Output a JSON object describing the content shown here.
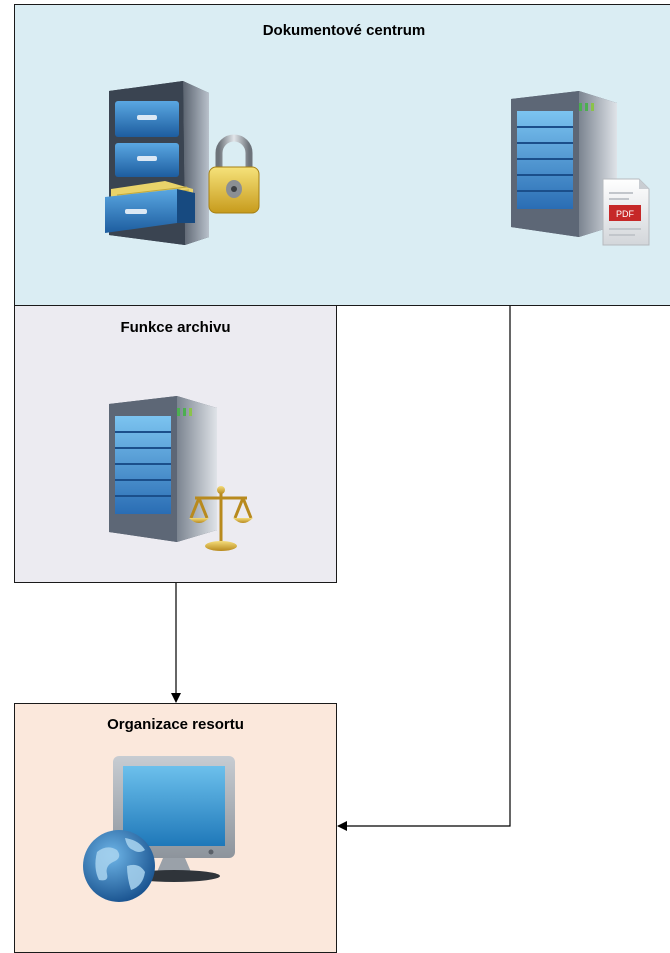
{
  "nodes": {
    "doc_center": {
      "title": "Dokumentové centrum"
    },
    "archive": {
      "title": "Funkce archivu"
    },
    "org": {
      "title": "Organizace resortu"
    }
  },
  "icons": {
    "doc_center": [
      "locked-file-cabinet-icon",
      "pdf-server-icon"
    ],
    "archive": [
      "scales-server-icon"
    ],
    "org": [
      "globe-monitor-icon"
    ]
  },
  "pdf_badge": "PDF",
  "edges": [
    {
      "from": "archive",
      "to": "org"
    },
    {
      "from": "doc_center",
      "to": "org"
    }
  ],
  "colors": {
    "doc_center_fill": "#daedf3",
    "archive_fill": "#ecebf1",
    "org_fill": "#fbe8dc",
    "server_blue": "#2f7fc4",
    "lock_gold": "#e4c43a"
  }
}
